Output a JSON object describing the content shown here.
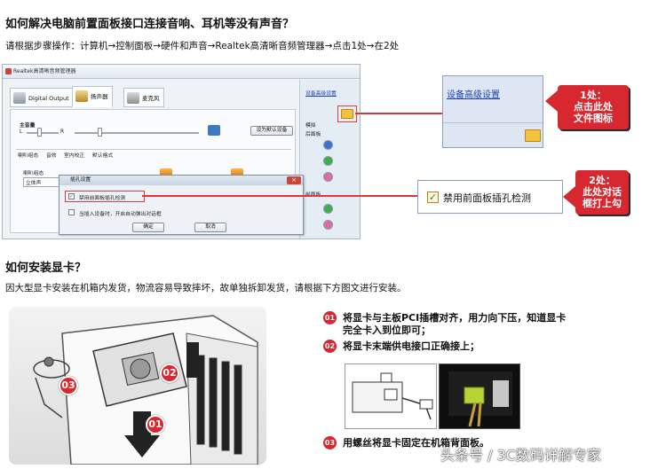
{
  "section1": {
    "title": "如何解决电脑前置面板接口连接音响、耳机等没有声音？",
    "steps_line": "请根据步骤操作：计算机→控制面板→硬件和声音→Realtek高清晰音频管理器→点击1处→在2处"
  },
  "realtek": {
    "window_title": "Realtek高清晰音频管理器",
    "tabs": [
      "Digital Output",
      "扬声器",
      "麦克风"
    ],
    "main_volume_label": "主音量",
    "left": "L",
    "right": "R",
    "set_default_button": "设为默认设备",
    "subtabs": [
      "喇叭组态",
      "音效",
      "室内校正",
      "默认格式"
    ],
    "speaker_config_label": "喇叭组态",
    "speaker_config_value": "立体声",
    "side_header": "设备高级设置",
    "analog_label": "模拟",
    "rear_label": "后面板",
    "front_label": "前面板"
  },
  "dialog": {
    "title": "插孔设置",
    "option1": "禁用前面板插孔检测",
    "option2": "当插入设备时，开启自动弹出对话框",
    "ok": "确定",
    "cancel": "取消"
  },
  "callout1": {
    "link": "设备高级设置",
    "tag_num": "1处：",
    "tag_line1": "点击此处",
    "tag_line2": "文件图标"
  },
  "callout2": {
    "label": "禁用前面板插孔检测",
    "tag_num": "2处：",
    "tag_line1": "此处对话",
    "tag_line2": "框打上勾"
  },
  "section2": {
    "title": "如何安装显卡？",
    "desc": "因大型显卡安装在机箱内发货，物流容易导致摔坏，故单独拆卸发货，请根据下方图文进行安装。",
    "step1_num": "01",
    "step1_line1": "将显卡与主板PCI插槽对齐，用力向下压，知道显卡",
    "step1_line2": "完全卡入到位即可；",
    "step2_num": "02",
    "step2_text": "将显卡末端供电接口正确接上；",
    "step3_num": "03",
    "step3_text": "用螺丝将显卡固定在机箱背面板。",
    "badge1": "01",
    "badge2": "02",
    "badge3": "03"
  },
  "watermark": "头条号 / 3C数码详解专家",
  "colors": {
    "red": "#d7282f",
    "link": "#1d3fae",
    "panel": "#dde6f2"
  }
}
